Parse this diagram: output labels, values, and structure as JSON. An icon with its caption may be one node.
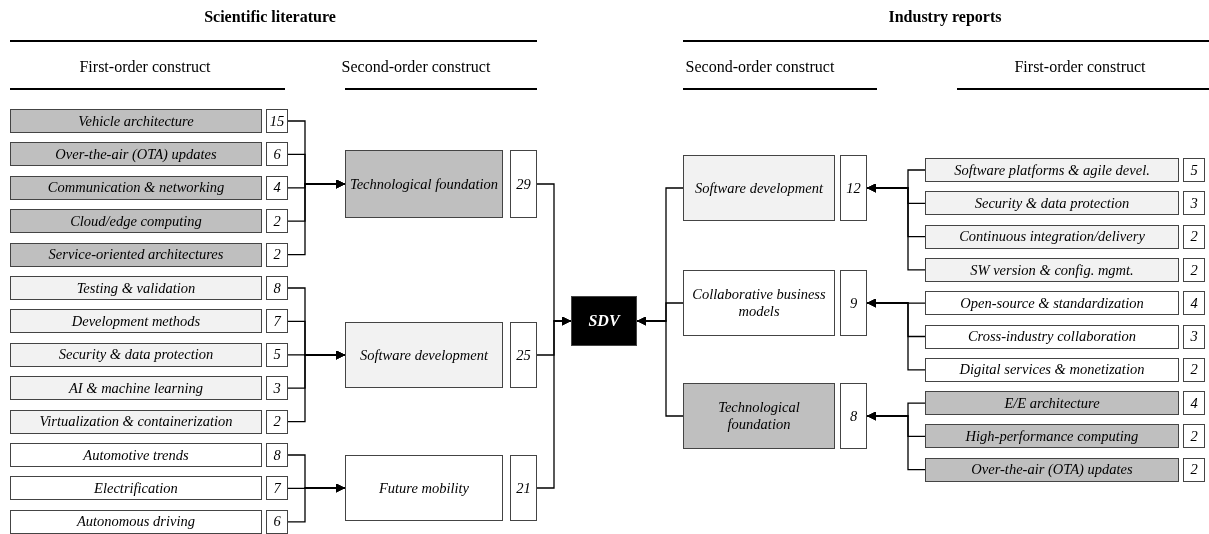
{
  "diagram": {
    "nodes": [
      {
        "text": [
          "Vehicle architecture",
          "15"
        ]
      },
      {
        "text": [
          "Over-the-air (OTA) updates",
          "6"
        ]
      },
      {
        "text": [
          "Communication & networking",
          "4"
        ]
      },
      {
        "text": [
          "Cloud/edge computing",
          "2"
        ]
      },
      {
        "text": [
          "Service-oriented architectures",
          "2"
        ]
      },
      {
        "text": [
          "Technological foundation",
          "29"
        ]
      },
      {
        "text": [
          "Testing & validation",
          "8"
        ]
      },
      {
        "text": [
          "Development methods",
          "7"
        ]
      },
      {
        "text": [
          "Security & data protection",
          "5"
        ]
      },
      {
        "text": [
          "AI & machine learning",
          "3"
        ]
      },
      {
        "text": [
          "Virtualization & containerization",
          "2"
        ]
      },
      {
        "text": [
          "Software development",
          "25"
        ]
      },
      {
        "text": [
          "Automotive trends",
          "8"
        ]
      },
      {
        "text": [
          "Electrification",
          "7"
        ]
      },
      {
        "text": [
          "Autonomous driving",
          "6"
        ]
      },
      {
        "text": [
          "Future mobility",
          "21"
        ]
      },
      {
        "text": [
          "SDV"
        ]
      },
      {
        "text": [
          "Software development",
          "12"
        ]
      },
      {
        "text": [
          "Software platforms & agile devel.",
          "5"
        ]
      },
      {
        "text": [
          "Security & data protection",
          "3"
        ]
      },
      {
        "text": [
          "Continuous integration/delivery",
          "2"
        ]
      },
      {
        "text": [
          "SW version & config. mgmt.",
          "2"
        ]
      },
      {
        "text": [
          "Collaborative business models",
          "9"
        ]
      },
      {
        "text": [
          "Open-source & standardization",
          "4"
        ]
      },
      {
        "text": [
          "Cross-industry collaboration",
          "3"
        ]
      },
      {
        "text": [
          "Digital services & monetization",
          "2"
        ]
      },
      {
        "text": [
          "Technological foundation",
          "8"
        ]
      },
      {
        "text": [
          "E/E architecture",
          "4"
        ]
      },
      {
        "text": [
          "High-performance computing",
          "2"
        ]
      },
      {
        "text": [
          "Over-the-air (OTA) updates",
          "2"
        ]
      }
    ],
    "edges": [
      {
        "from": 0,
        "to": 5,
        "arrow": "to"
      },
      {
        "from": 1,
        "to": 5,
        "arrow": "to"
      },
      {
        "from": 2,
        "to": 5,
        "arrow": "to"
      },
      {
        "from": 3,
        "to": 5,
        "arrow": "to"
      },
      {
        "from": 4,
        "to": 5,
        "arrow": "to"
      },
      {
        "from": 6,
        "to": 11,
        "arrow": "to"
      },
      {
        "from": 7,
        "to": 11,
        "arrow": "to"
      },
      {
        "from": 8,
        "to": 11,
        "arrow": "to"
      },
      {
        "from": 9,
        "to": 11,
        "arrow": "to"
      },
      {
        "from": 10,
        "to": 11,
        "arrow": "to"
      },
      {
        "from": 12,
        "to": 15,
        "arrow": "to"
      },
      {
        "from": 13,
        "to": 15,
        "arrow": "to"
      },
      {
        "from": 14,
        "to": 15,
        "arrow": "to"
      },
      {
        "from": 5,
        "to": 16,
        "arrow": "to"
      },
      {
        "from": 11,
        "to": 16,
        "arrow": "to"
      },
      {
        "from": 15,
        "to": 16,
        "arrow": "to"
      },
      {
        "from": 17,
        "to": 16,
        "arrow": "to"
      },
      {
        "from": 22,
        "to": 16,
        "arrow": "to"
      },
      {
        "from": 26,
        "to": 16,
        "arrow": "to"
      },
      {
        "from": 18,
        "to": 17,
        "arrow": "to"
      },
      {
        "from": 19,
        "to": 17,
        "arrow": "to"
      },
      {
        "from": 20,
        "to": 17,
        "arrow": "to"
      },
      {
        "from": 21,
        "to": 17,
        "arrow": "to"
      },
      {
        "from": 23,
        "to": 22,
        "arrow": "to"
      },
      {
        "from": 24,
        "to": 22,
        "arrow": "to"
      },
      {
        "from": 25,
        "to": 22,
        "arrow": "to"
      },
      {
        "from": 27,
        "to": 26,
        "arrow": "to"
      },
      {
        "from": 28,
        "to": 26,
        "arrow": "to"
      },
      {
        "from": 29,
        "to": 26,
        "arrow": "to"
      }
    ],
    "labels": [
      "Scientific literature",
      "Industry reports",
      "First-order construct",
      "Second-order construct",
      "Second-order construct",
      "First-order construct"
    ]
  }
}
